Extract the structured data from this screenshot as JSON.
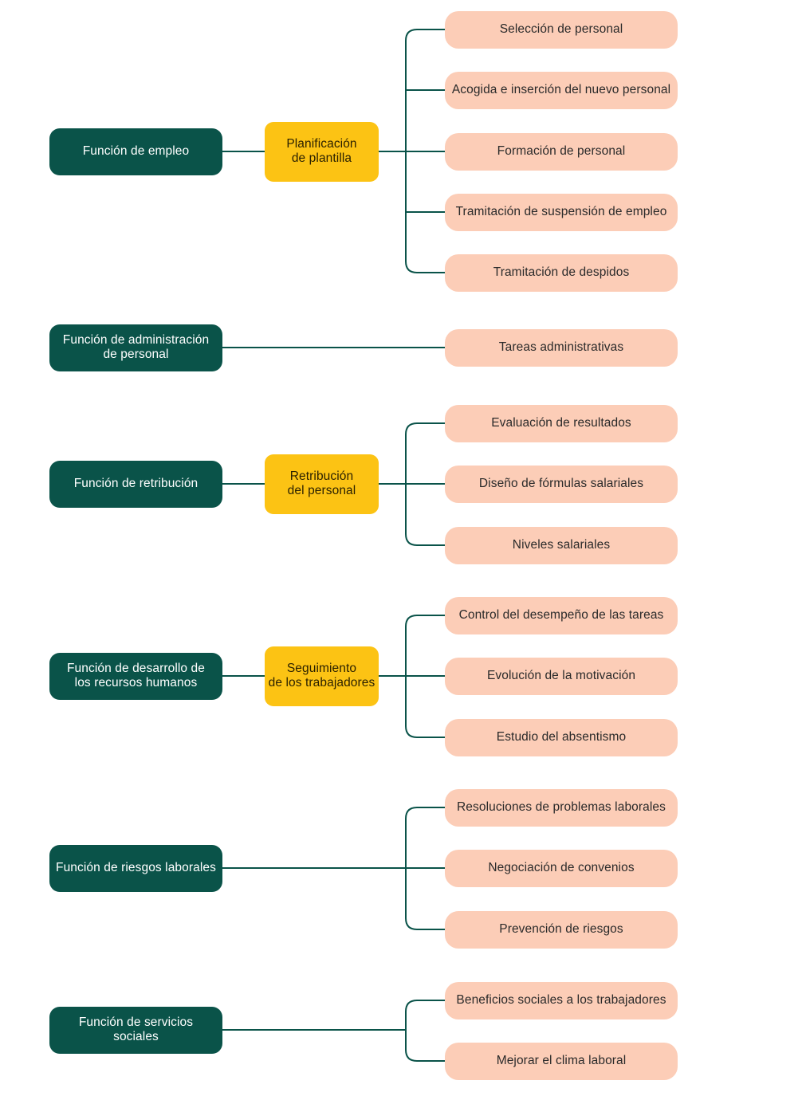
{
  "colors": {
    "function_node": "#0a5349",
    "middle_node": "#fcc314",
    "leaf_node": "#fccdb7",
    "connector": "#0a5349"
  },
  "groups": [
    {
      "function": "Función de empleo",
      "middle": "Planificación\nde plantilla",
      "leaves": [
        "Selección de personal",
        "Acogida e inserción del nuevo personal",
        "Formación de personal",
        "Tramitación de suspensión de empleo",
        "Tramitación de despidos"
      ]
    },
    {
      "function": "Función de administración\nde personal",
      "middle": null,
      "leaves": [
        "Tareas administrativas"
      ]
    },
    {
      "function": "Función de retribución",
      "middle": "Retribución\ndel personal",
      "leaves": [
        "Evaluación de resultados",
        "Diseño de fórmulas salariales",
        "Niveles salariales"
      ]
    },
    {
      "function": "Función de desarrollo de\nlos recursos humanos",
      "middle": "Seguimiento\nde los trabajadores",
      "leaves": [
        "Control del desempeño de las tareas",
        "Evolución de la motivación",
        "Estudio del absentismo"
      ]
    },
    {
      "function": "Función de riesgos laborales",
      "middle": null,
      "leaves": [
        "Resoluciones de problemas laborales",
        "Negociación de convenios",
        "Prevención de riesgos"
      ]
    },
    {
      "function": "Función de servicios sociales",
      "middle": null,
      "leaves": [
        "Beneficios sociales a los trabajadores",
        "Mejorar el clima laboral"
      ]
    }
  ]
}
